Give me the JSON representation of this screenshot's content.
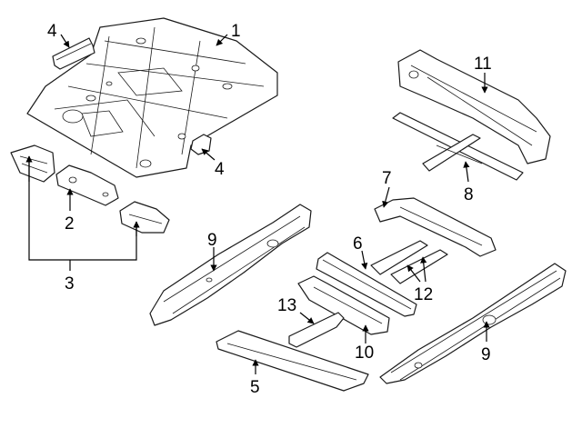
{
  "callouts": {
    "c1": "1",
    "c2": "2",
    "c3": "3",
    "c4a": "4",
    "c4b": "4",
    "c5": "5",
    "c6": "6",
    "c7": "7",
    "c8": "8",
    "c9a": "9",
    "c9b": "9",
    "c10": "10",
    "c11": "11",
    "c12": "12",
    "c13": "13"
  },
  "colors": {
    "line": "#1a1a1a",
    "background": "#ffffff"
  }
}
